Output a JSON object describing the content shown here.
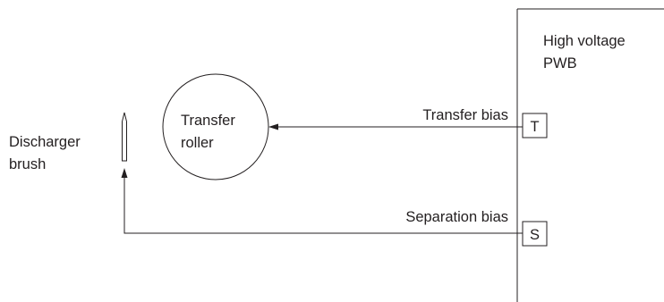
{
  "pwb": {
    "title_line1": "High voltage",
    "title_line2": "PWB",
    "terminal_t": "T",
    "terminal_s": "S"
  },
  "transfer_roller": {
    "line1": "Transfer",
    "line2": "roller"
  },
  "discharger_brush": {
    "line1": "Discharger",
    "line2": "brush"
  },
  "signals": {
    "transfer_bias": "Transfer bias",
    "separation_bias": "Separation bias"
  },
  "colors": {
    "line": "#231f20",
    "background": "#ffffff"
  }
}
